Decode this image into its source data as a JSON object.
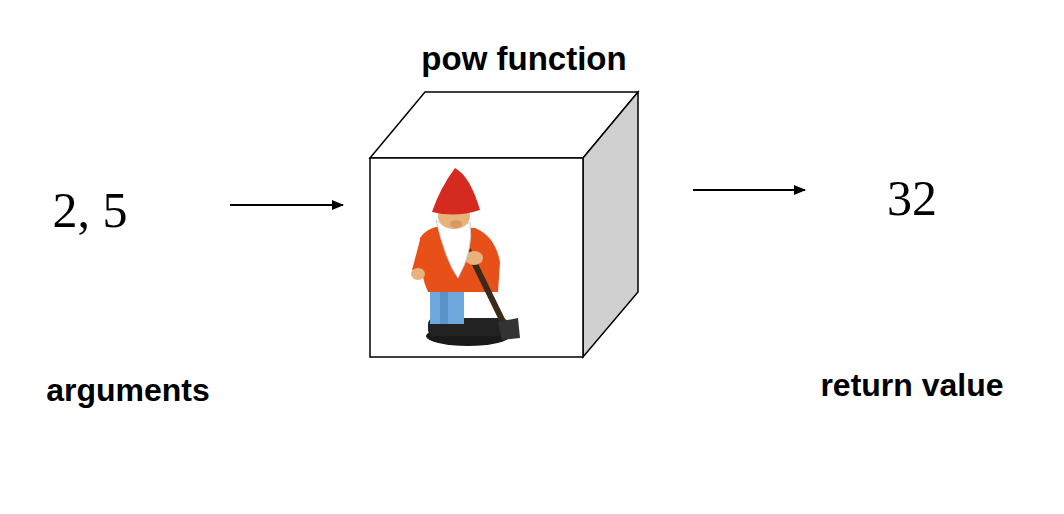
{
  "diagram": {
    "nodes": [
      {
        "text": [
          "pow function"
        ]
      }
    ],
    "labels": [
      "2, 5",
      "arguments",
      "32",
      "return value"
    ]
  }
}
